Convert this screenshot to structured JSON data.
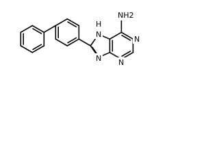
{
  "molecule": {
    "atoms": {
      "amino_group": "NH2",
      "n7_nh": "H",
      "n7_n": "N",
      "n9": "N",
      "n1": "N",
      "n3": "N"
    }
  }
}
